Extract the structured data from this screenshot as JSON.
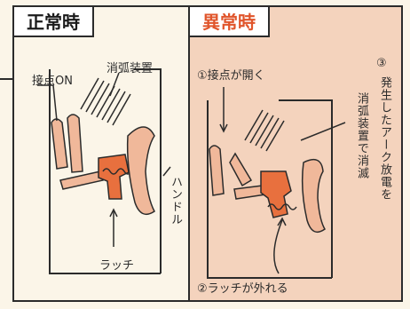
{
  "panels": {
    "normal": {
      "title": "正常時",
      "contact_on": "接点ON",
      "arc_device": "消弧装置",
      "handle": "ハンドル",
      "latch": "ラッチ"
    },
    "abnormal": {
      "title": "異常時",
      "step1": "①接点が開く",
      "step2": "②ラッチが外れる",
      "step3_num": "③",
      "step3_col1": "発生したアーク放電を",
      "step3_col2": "消弧装置で消滅"
    }
  },
  "colors": {
    "accent": "#e0552b",
    "contact": "#f0b89a",
    "latch": "#e8703e",
    "line": "#2b2b2b",
    "abnormal_bg": "#f4d3bd"
  }
}
